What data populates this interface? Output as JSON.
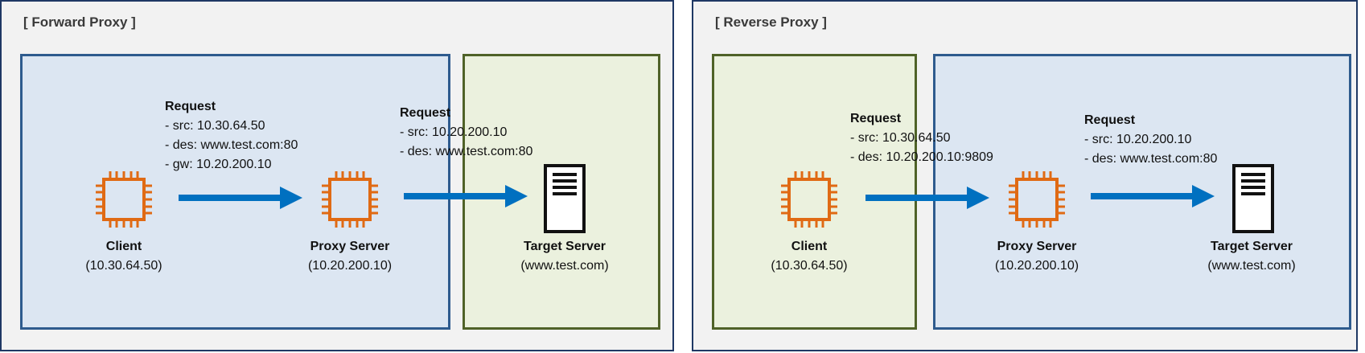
{
  "colors": {
    "panel_bg": "#f2f2f2",
    "panel_border": "#1f3864",
    "blue_zone": "#dce6f2",
    "blue_border": "#2e5b8e",
    "green_zone": "#ebf1de",
    "green_border": "#4f6228",
    "chip": "#e06a14",
    "arrow": "#0070c0"
  },
  "forward": {
    "title": "[ Forward Proxy ]",
    "client": {
      "name": "Client",
      "addr": "(10.30.64.50)",
      "icon": "chip-icon"
    },
    "proxy": {
      "name": "Proxy Server",
      "addr": "(10.20.200.10)",
      "icon": "chip-icon"
    },
    "target": {
      "name": "Target Server",
      "addr": "(www.test.com)",
      "icon": "server-icon"
    },
    "req1": {
      "title": "Request",
      "lines": [
        "- src: 10.30.64.50",
        "- des: www.test.com:80",
        "- gw: 10.20.200.10"
      ]
    },
    "req2": {
      "title": "Request",
      "lines": [
        "- src: 10.20.200.10",
        "- des: www.test.com:80"
      ]
    }
  },
  "reverse": {
    "title": "[ Reverse Proxy ]",
    "client": {
      "name": "Client",
      "addr": "(10.30.64.50)",
      "icon": "chip-icon"
    },
    "proxy": {
      "name": "Proxy Server",
      "addr": "(10.20.200.10)",
      "icon": "chip-icon"
    },
    "target": {
      "name": "Target Server",
      "addr": "(www.test.com)",
      "icon": "server-icon"
    },
    "req1": {
      "title": "Request",
      "lines": [
        "- src: 10.30.64.50",
        "- des: 10.20.200.10:9809"
      ]
    },
    "req2": {
      "title": "Request",
      "lines": [
        "- src: 10.20.200.10",
        "- des: www.test.com:80"
      ]
    }
  }
}
